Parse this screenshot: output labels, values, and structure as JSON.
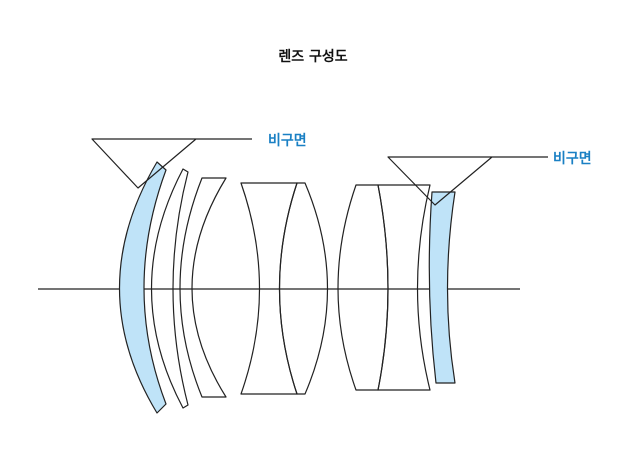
{
  "title": "렌즈 구성도",
  "labels": {
    "aspheric_left": "비구면",
    "aspheric_right": "비구면"
  },
  "colors": {
    "aspheric_fill": "#bfe3f8",
    "aspheric_label": "#1a80c4",
    "line": "#222222"
  }
}
